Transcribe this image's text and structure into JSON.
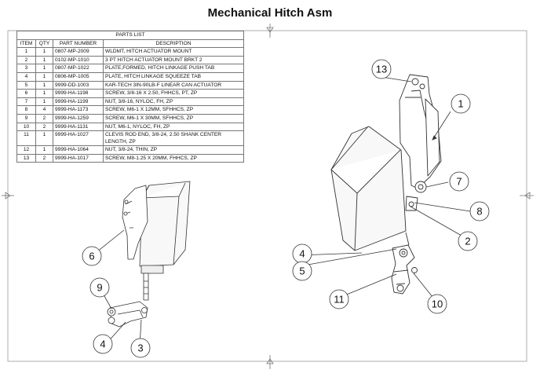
{
  "drawing": {
    "title": "Mechanical Hitch Asm"
  },
  "parts_list": {
    "caption": "PARTS LIST",
    "headers": [
      "ITEM",
      "QTY",
      "PART NUMBER",
      "DESCRIPTION"
    ],
    "rows": [
      [
        "1",
        "1",
        "0807-MP-2009",
        "WLDMT, HITCH ACTUATOR MOUNT"
      ],
      [
        "2",
        "1",
        "0102-MP-1010",
        "3 PT HITCH ACTUATOR MOUNT BRKT 2"
      ],
      [
        "3",
        "1",
        "0807-MP-1022",
        "PLATE,FORMED, HITCH LINKAGE PUSH TAB"
      ],
      [
        "4",
        "1",
        "0806-MP-1005",
        "PLATE, HITCH LINKAGE SQUEEZE TAB"
      ],
      [
        "5",
        "1",
        "9999-DD-1003",
        "KAR-TECH 3IN-90LB-F LINEAR CAN ACTUATOR"
      ],
      [
        "6",
        "1",
        "9999-HA-1198",
        "SCREW, 3/8-16 X 2.50, FHHCS, PT, ZP"
      ],
      [
        "7",
        "1",
        "9999-HA-1199",
        "NUT, 3/8-16, NYLOC, FH, ZP"
      ],
      [
        "8",
        "4",
        "9999-HA-1173",
        "SCREW, M6-1 X 12MM, SFHHCS, ZP"
      ],
      [
        "9",
        "2",
        "9999-HA-1259",
        "SCREW, M6-1 X 30MM, SFHHCS, ZP"
      ],
      [
        "10",
        "2",
        "9999-HA-1131",
        "NUT, M6-1, NYLOC, FH, ZP"
      ],
      [
        "11",
        "1",
        "9999-HA-1027",
        "CLEVIS ROD END, 3/8-24, 2.50 SHANK CENTER LENGTH, ZP"
      ],
      [
        "12",
        "1",
        "9999-HA-1064",
        "NUT, 3/8-24, THIN, ZP"
      ],
      [
        "13",
        "2",
        "9999-HA-1017",
        "SCREW, M8-1.25 X 20MM, FHHCS, ZP"
      ]
    ]
  },
  "balloons": {
    "b1": "1",
    "b2": "2",
    "b3": "3",
    "b4a": "4",
    "b4b": "4",
    "b5": "5",
    "b6": "6",
    "b7": "7",
    "b8": "8",
    "b9": "9",
    "b10": "10",
    "b11": "11",
    "b13": "13"
  }
}
